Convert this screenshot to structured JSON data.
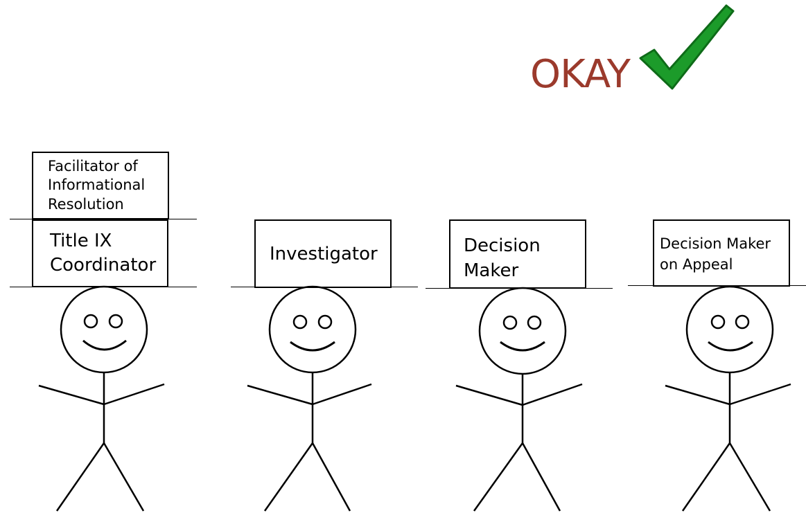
{
  "colors": {
    "okay_text": "#9b3a2c",
    "checkmark": "#1c9b2a",
    "checkmark_outline": "#0e6b18",
    "stroke": "#000000"
  },
  "status": {
    "label": "OKAY",
    "icon": "checkmark-icon"
  },
  "figures": [
    {
      "hats": [
        "Facilitator of\nInformational\nResolution",
        "Title IX\nCoordinator"
      ]
    },
    {
      "hats": [
        "Investigator"
      ]
    },
    {
      "hats": [
        "Decision\nMaker"
      ]
    },
    {
      "hats": [
        "Decision Maker\non Appeal"
      ]
    }
  ]
}
